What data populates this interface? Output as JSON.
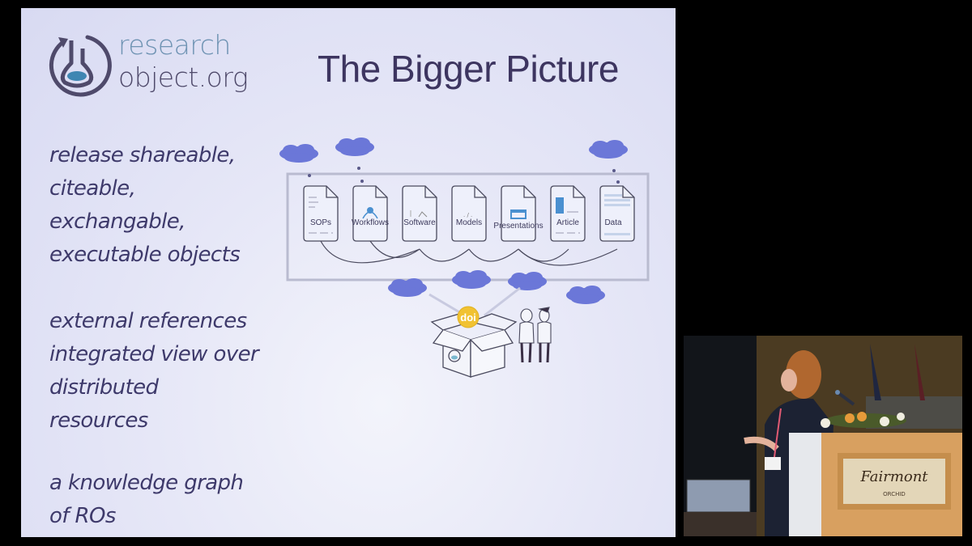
{
  "slide": {
    "brand": {
      "line1": "research",
      "line2": "object.org"
    },
    "title": "The Bigger Picture",
    "bullets": [
      {
        "lines": [
          "release shareable,",
          "citeable,",
          "exchangable,",
          "executable objects"
        ]
      },
      {
        "lines": [
          "external references",
          "integrated view over",
          "distributed",
          "resources"
        ]
      },
      {
        "lines": [
          "a knowledge graph",
          "of ROs"
        ]
      }
    ],
    "diagram": {
      "documents": [
        {
          "label": "SOPs",
          "icon": "list-doc-icon"
        },
        {
          "label": "Workflows",
          "icon": "workflow-doc-icon"
        },
        {
          "label": "Software",
          "icon": "software-doc-icon"
        },
        {
          "label": "Models",
          "icon": "model-doc-icon"
        },
        {
          "label": "Presentations",
          "icon": "presentation-doc-icon"
        },
        {
          "label": "Article",
          "icon": "article-doc-icon"
        },
        {
          "label": "Data",
          "icon": "data-doc-icon"
        }
      ],
      "box_badge": "doi",
      "colors": {
        "cloud": "#6b77d8",
        "line": "#4a4a5e",
        "frame": "#b9bbd0",
        "doi": "#f1c232",
        "accent_blue": "#4a90d0"
      }
    },
    "colors": {
      "text": "#3e3a6b",
      "title": "#3d3560",
      "brand_top": "#6f93b3",
      "brand_bottom": "#4f4a6b"
    }
  },
  "video": {
    "podium_sign": {
      "brand": "Fairmont",
      "sub": "ORCHID"
    }
  }
}
